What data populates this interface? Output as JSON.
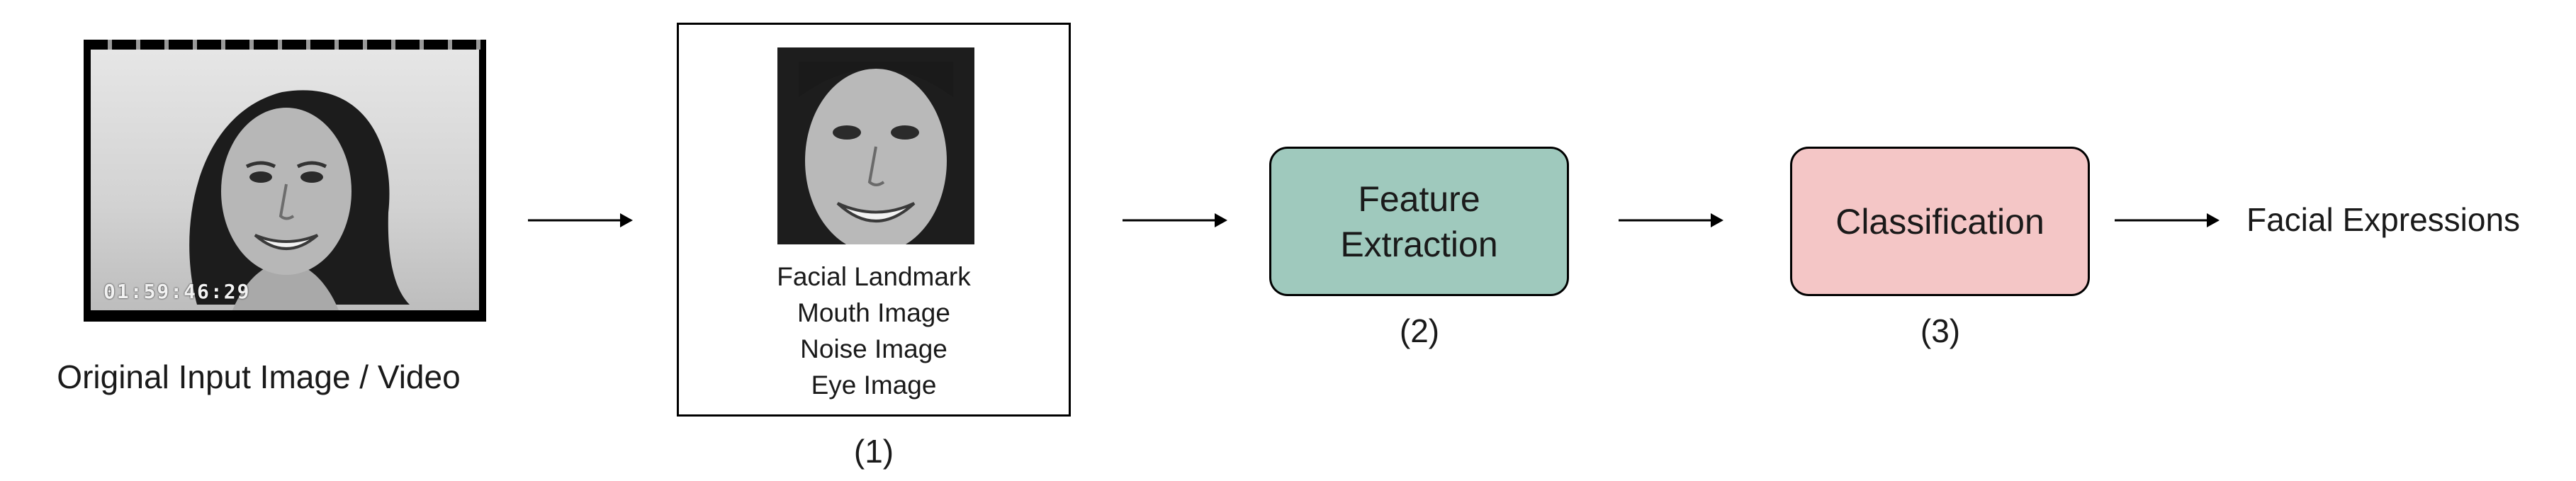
{
  "input": {
    "caption": "Original Input Image / Video",
    "timecode": "01:59:46:29"
  },
  "box1": {
    "items": [
      "Facial Landmark",
      "Mouth Image",
      "Noise Image",
      "Eye Image"
    ],
    "number": "(1)"
  },
  "feature": {
    "line1": "Feature",
    "line2": "Extraction",
    "number": "(2)",
    "fill_color": "#9fc9bd"
  },
  "classification": {
    "label": "Classification",
    "number": "(3)",
    "fill_color": "#f4c6c6"
  },
  "output": {
    "label": "Facial Expressions"
  }
}
